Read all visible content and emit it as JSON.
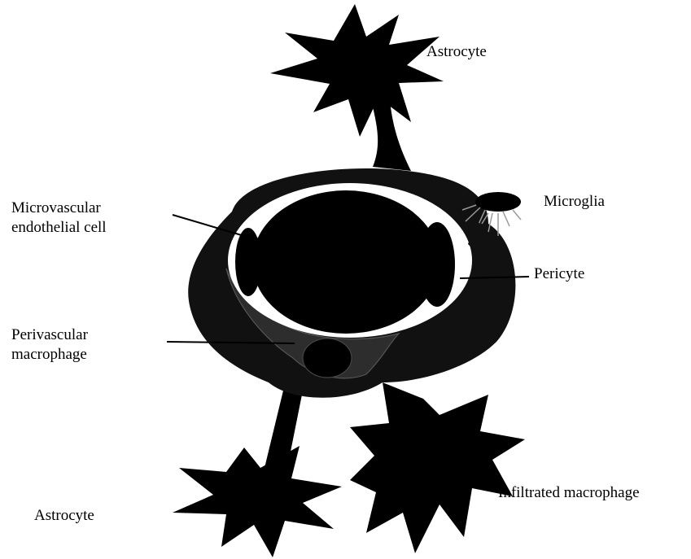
{
  "labels": {
    "astrocyte_top": "Astrocyte",
    "microglia": "Microglia",
    "microvascular_line1": "Microvascular",
    "microvascular_line2": "endothelial cell",
    "pericyte": "Pericyte",
    "perivascular_line1": "Perivascular",
    "perivascular_line2": "macrophage",
    "infiltrated_macrophage": "Infiltrated macrophage",
    "astrocyte_bottom": "Astrocyte"
  },
  "colors": {
    "background": "#ffffff",
    "fill": "#000000",
    "cell_gray": "#1a1a1a",
    "lumen_ring": "#ffffff",
    "microglia_scatter": "#9a9a9a"
  }
}
